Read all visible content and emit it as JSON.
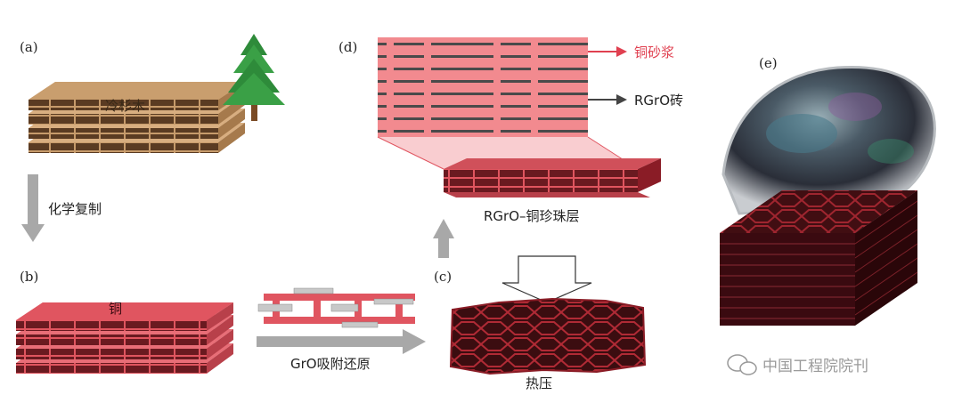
{
  "panels": {
    "a": "(a)",
    "b": "(b)",
    "c": "(c)",
    "d": "(d)",
    "e": "(e)"
  },
  "labels": {
    "wood": "冷杉木",
    "copper": "铜",
    "chem_replicate": "化学复制",
    "gro_adsorb": "GrO吸附还原",
    "hot_press": "热压",
    "copper_paste": "铜砂浆",
    "rgro_brick": "RGrO砖",
    "nacre_layer": "RGrO–铜珍珠层"
  },
  "watermark": "中国工程院院刊",
  "colors": {
    "wood": "#c79b6b",
    "copper": "#e0555f",
    "dark_red": "#7a1820",
    "arrow_gray": "#a8a8a8",
    "highlight_red": "#e04050"
  }
}
